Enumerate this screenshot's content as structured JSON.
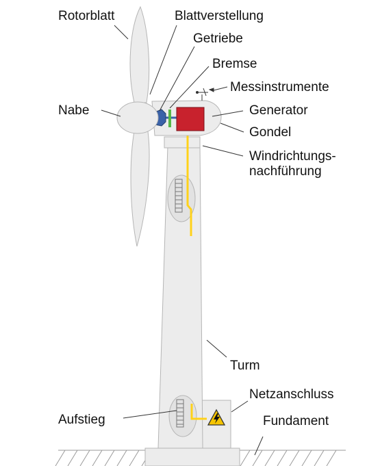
{
  "title": "",
  "labels": {
    "rotorblatt": "Rotorblatt",
    "blattverstellung": "Blattverstellung",
    "getriebe": "Getriebe",
    "bremse": "Bremse",
    "messinstrumente": "Messinstrumente",
    "nabe": "Nabe",
    "generator": "Generator",
    "gondel": "Gondel",
    "windrichtungsnachfuehrung_line1": "Windrichtungs-",
    "windrichtungsnachfuehrung_line2": "nachführung",
    "turm": "Turm",
    "netzanschluss": "Netzanschluss",
    "aufstieg": "Aufstieg",
    "fundament": "Fundament"
  },
  "colors": {
    "structure": "#ececec",
    "outline": "#b5b5b5",
    "generator": "#c8222d",
    "gearbox": "#3a62a8",
    "brake": "#57b847",
    "cable": "#ffd21a",
    "warning": "#f5c400",
    "ground_hatch": "#9a9a9a"
  },
  "icons": {
    "warning": "high-voltage-warning-icon",
    "anemometer": "anemometer-icon"
  }
}
